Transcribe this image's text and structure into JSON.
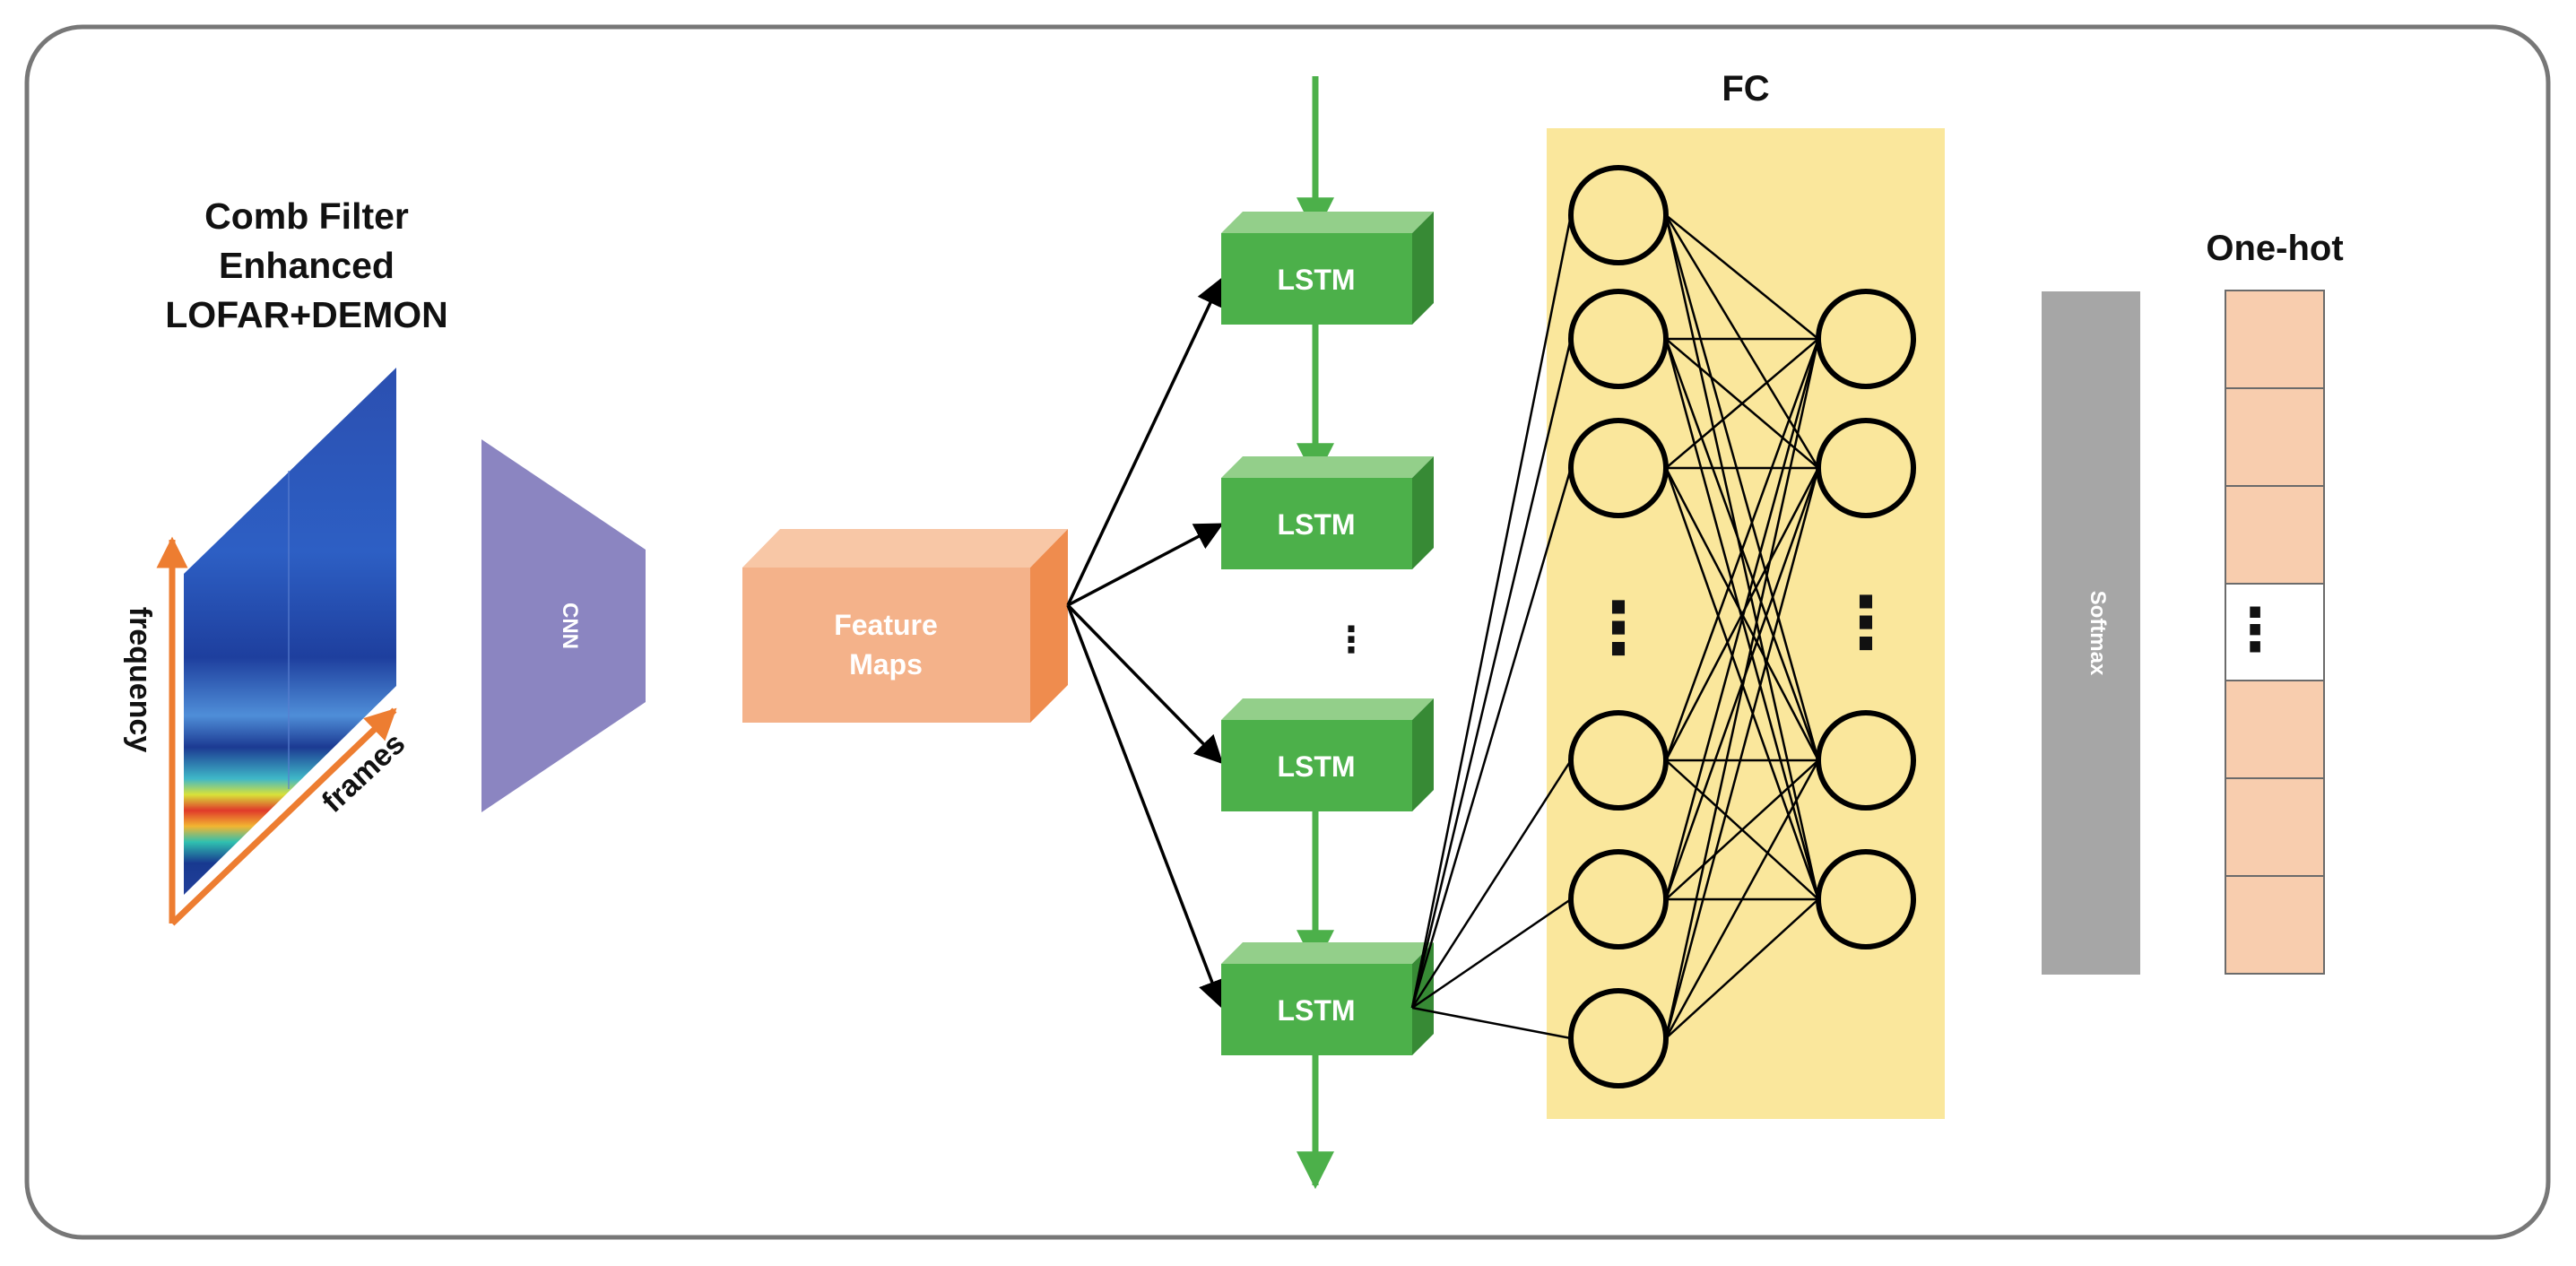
{
  "title": {
    "line1": "Comb Filter",
    "line2": "Enhanced",
    "line3": "LOFAR+DEMON"
  },
  "spectrogram": {
    "y_axis_label": "frequency",
    "x_axis_label": "frames"
  },
  "cnn": {
    "label": "CNN",
    "color": "#8b85c1"
  },
  "feature_maps": {
    "line1": "Feature",
    "line2": "Maps",
    "color": "#f4b28a"
  },
  "lstm": {
    "cells": [
      "LSTM",
      "LSTM",
      "LSTM",
      "LSTM"
    ],
    "ellipsis": "⋮",
    "color": "#4cb04a"
  },
  "fc": {
    "title": "FC",
    "ellipsis": "⋮",
    "background": "#fae79c"
  },
  "softmax": {
    "label": "Softmax",
    "color": "#a6a6a6"
  },
  "one_hot": {
    "title": "One-hot",
    "ellipsis": "⋮",
    "color": "#f8cdae"
  }
}
